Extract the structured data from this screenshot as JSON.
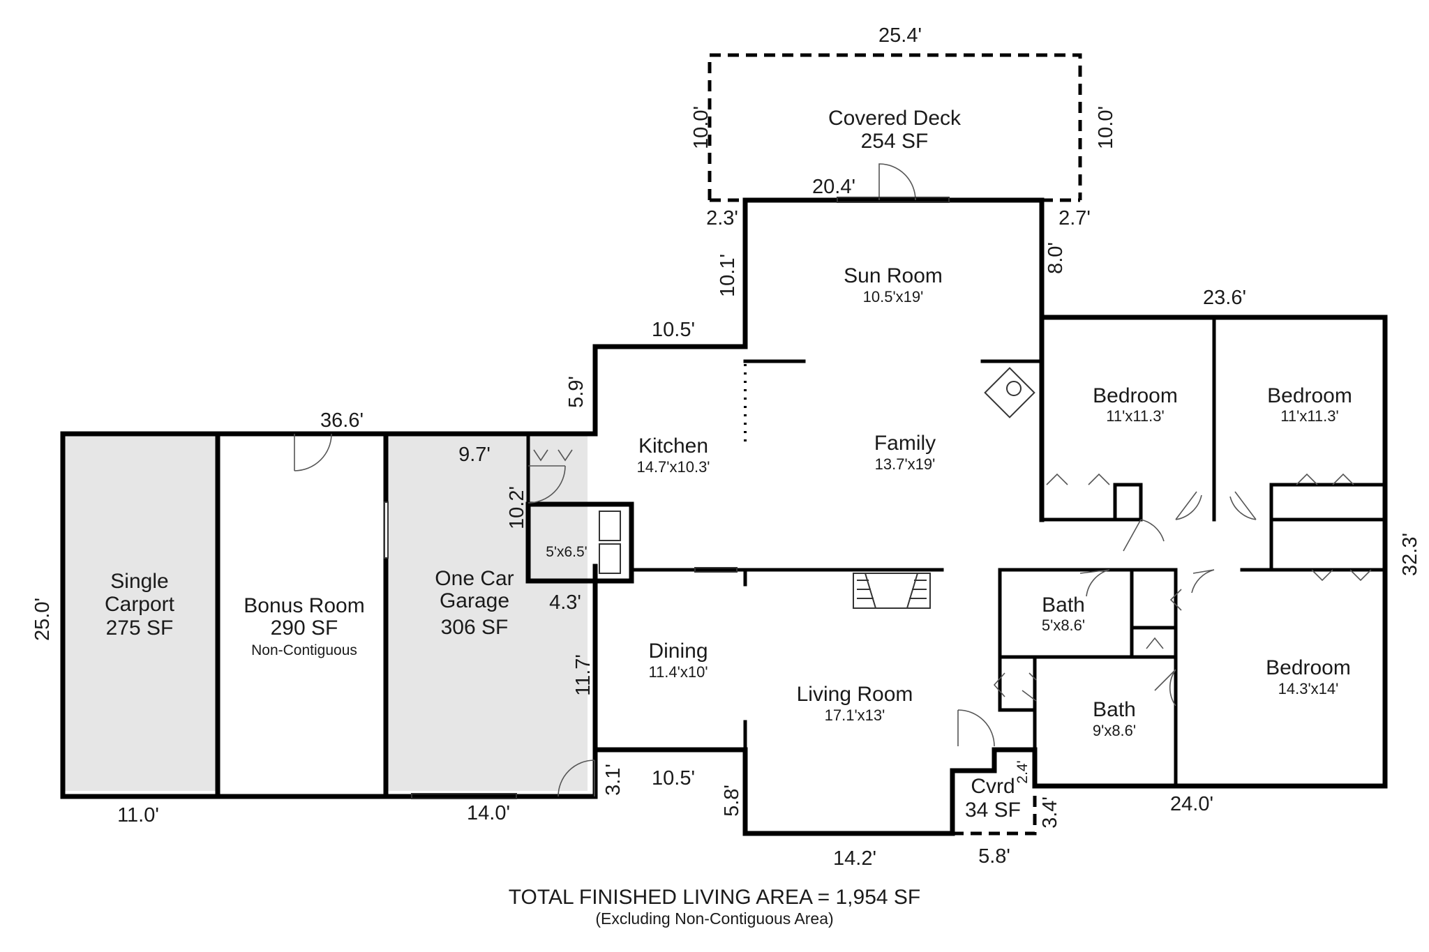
{
  "rooms": {
    "covered_deck": {
      "name": "Covered Deck",
      "area": "254 SF"
    },
    "sun_room": {
      "name": "Sun Room",
      "dims": "10.5'x19'"
    },
    "family": {
      "name": "Family",
      "dims": "13.7'x19'"
    },
    "kitchen": {
      "name": "Kitchen",
      "dims": "14.7'x10.3'"
    },
    "laundry": {
      "dims": "5'x6.5'"
    },
    "bedroom1": {
      "name": "Bedroom",
      "dims": "11'x11.3'"
    },
    "bedroom2": {
      "name": "Bedroom",
      "dims": "11'x11.3'"
    },
    "bedroom3": {
      "name": "Bedroom",
      "dims": "14.3'x14'"
    },
    "bath1": {
      "name": "Bath",
      "dims": "5'x8.6'"
    },
    "bath2": {
      "name": "Bath",
      "dims": "9'x8.6'"
    },
    "dining": {
      "name": "Dining",
      "dims": "11.4'x10'"
    },
    "living": {
      "name": "Living Room",
      "dims": "17.1'x13'"
    },
    "cvrd": {
      "name": "Cvrd",
      "area": "34 SF"
    },
    "carport": {
      "name_line1": "Single",
      "name_line2": "Carport",
      "area": "275 SF"
    },
    "bonus": {
      "name": "Bonus Room",
      "area": "290 SF",
      "note": "Non-Contiguous"
    },
    "garage": {
      "name_line1": "One Car",
      "name_line2": "Garage",
      "area": "306 SF"
    }
  },
  "dimensions": {
    "deck_width": "25.4'",
    "deck_left_height": "10.0'",
    "deck_right_height": "10.0'",
    "sunroom_top": "20.4'",
    "left_offset": "2.3'",
    "right_offset": "2.7'",
    "sunroom_left": "10.1'",
    "sunroom_right": "8.0'",
    "kitchen_top": "10.5'",
    "kitchen_step": "5.9'",
    "bedrooms_top": "23.6'",
    "overall_left": "36.6'",
    "garage_top": "9.7'",
    "kitchen_left": "10.2'",
    "laundry_bottom": "4.3'",
    "dining_left": "11.7'",
    "carport_height": "25.0'",
    "right_side": "32.3'",
    "dining_bottom": "10.5'",
    "dining_step": "3.1'",
    "living_step": "5.8'",
    "living_bottom": "14.2'",
    "cvrd_bottom": "5.8'",
    "cvrd_right_top": "2.4'",
    "cvrd_right_bottom": "3.4'",
    "bedroom_bottom": "24.0'",
    "carport_bottom": "11.0'",
    "garage_bottom": "14.0'"
  },
  "footer": {
    "total": "TOTAL FINISHED LIVING AREA = 1,954 SF",
    "note": "(Excluding Non-Contiguous Area)"
  },
  "colors": {
    "wall": "#000000",
    "unfinished_fill": "#e6e6e6"
  }
}
